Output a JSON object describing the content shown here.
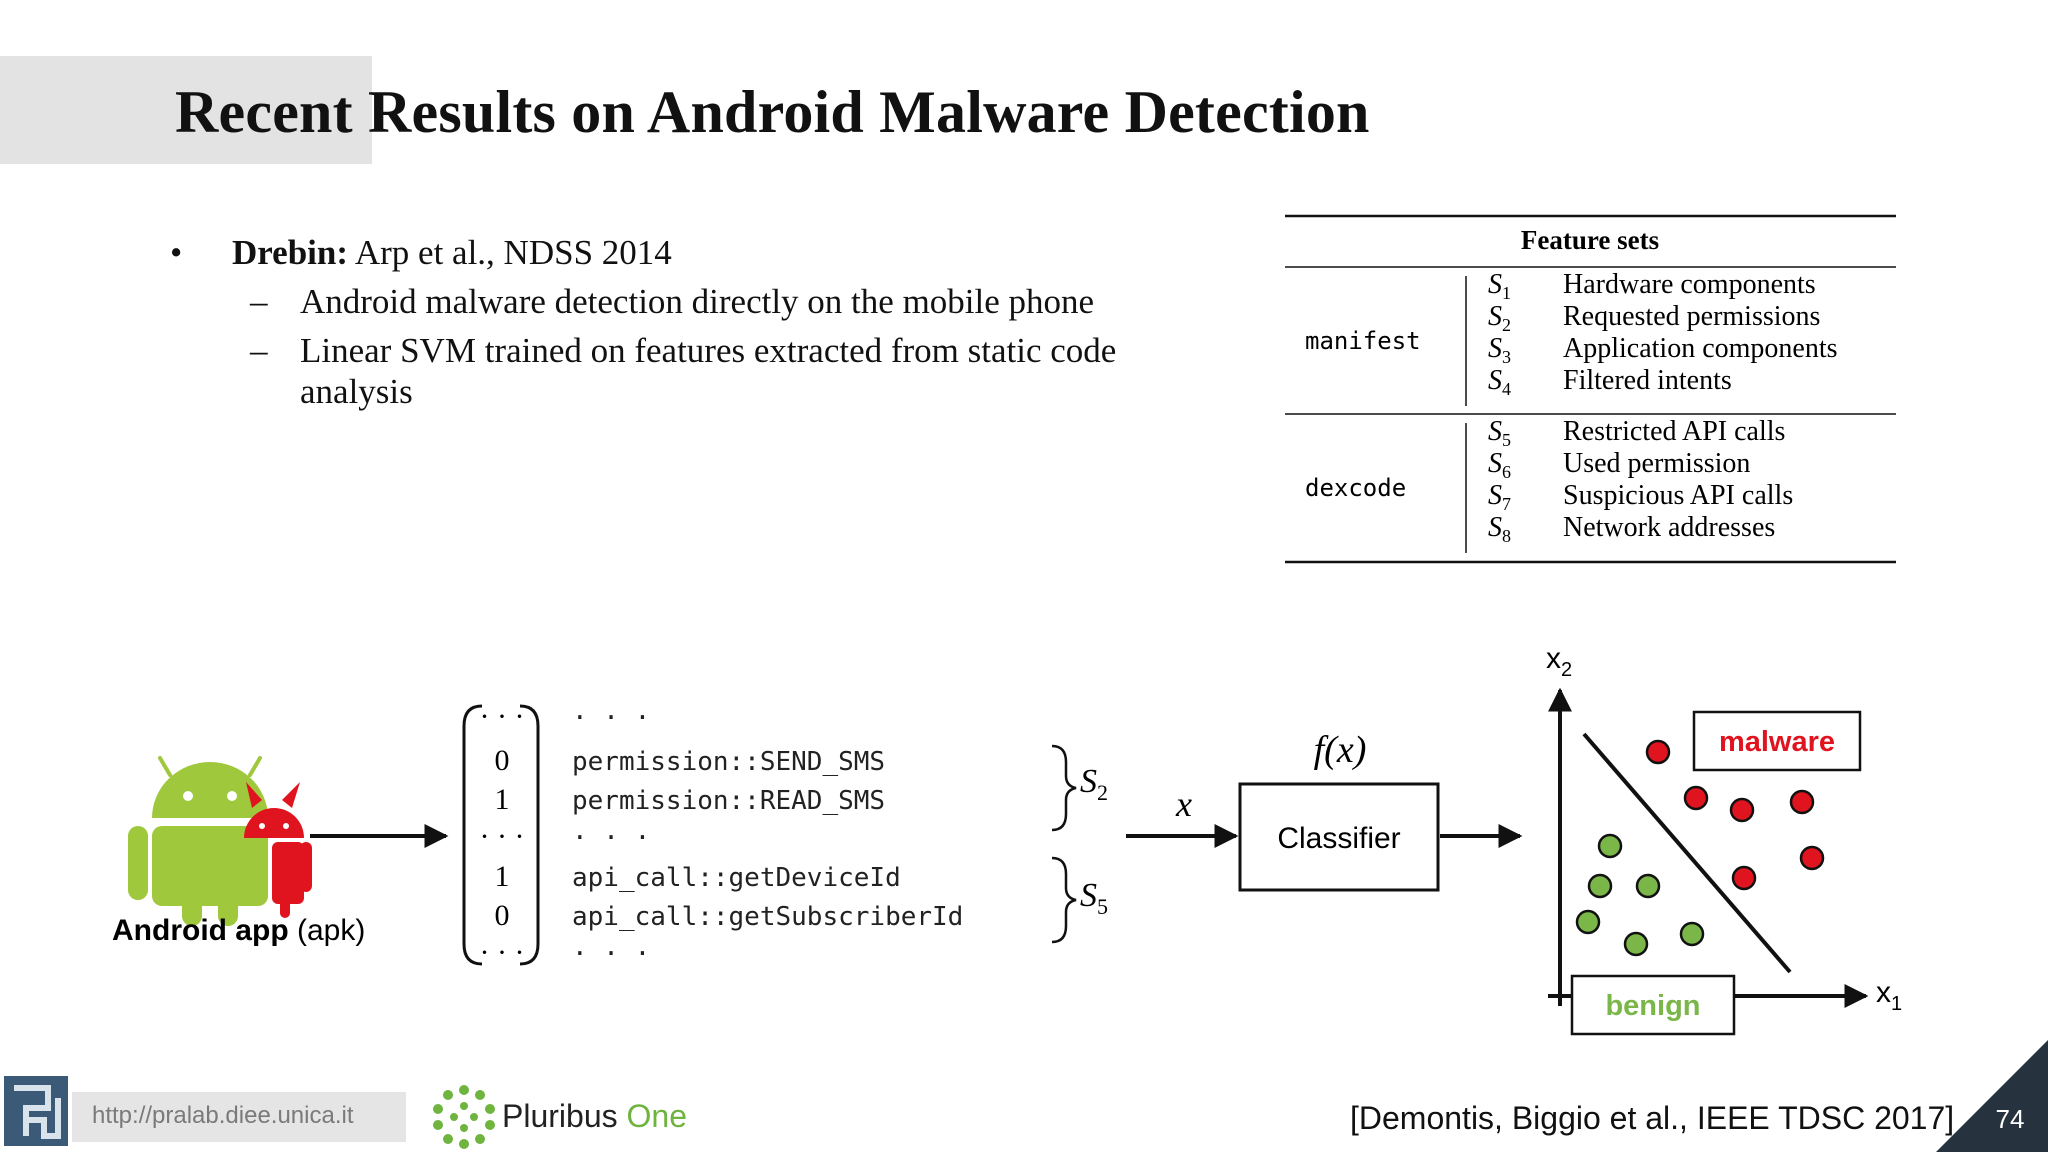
{
  "slide": {
    "title": "Recent Results on Android Malware Detection",
    "page_number": "74",
    "citation": "[Demontis, Biggio et al., IEEE TDSC 2017]",
    "url": "http://pralab.diee.unica.it",
    "partner_logo_text_a": "Pluribus ",
    "partner_logo_text_b": "One"
  },
  "bullets": {
    "main_bold": "Drebin:",
    "main_rest": " Arp et al., NDSS 2014",
    "sub": [
      "Android malware detection directly on the mobile phone",
      "Linear SVM trained on features extracted from static code analysis"
    ]
  },
  "feature_table": {
    "header": "Feature sets",
    "groups": [
      {
        "source": "manifest",
        "rows": [
          {
            "base": "S",
            "sub": "1",
            "name": "Hardware components"
          },
          {
            "base": "S",
            "sub": "2",
            "name": "Requested permissions"
          },
          {
            "base": "S",
            "sub": "3",
            "name": "Application components"
          },
          {
            "base": "S",
            "sub": "4",
            "name": "Filtered intents"
          }
        ]
      },
      {
        "source": "dexcode",
        "rows": [
          {
            "base": "S",
            "sub": "5",
            "name": "Restricted API calls"
          },
          {
            "base": "S",
            "sub": "6",
            "name": "Used permission"
          },
          {
            "base": "S",
            "sub": "7",
            "name": "Suspicious API calls"
          },
          {
            "base": "S",
            "sub": "8",
            "name": "Network addresses"
          }
        ]
      }
    ]
  },
  "pipeline": {
    "app_label_bold": "Android app",
    "app_label_rest": " (apk)",
    "vector_entries": [
      {
        "value": "· · ·",
        "feature": "· · ·"
      },
      {
        "value": "0",
        "feature": "permission::SEND_SMS"
      },
      {
        "value": "1",
        "feature": "permission::READ_SMS"
      },
      {
        "value": "· · ·",
        "feature": "· · ·"
      },
      {
        "value": "1",
        "feature": "api_call::getDeviceId"
      },
      {
        "value": "0",
        "feature": "api_call::getSubscriberId"
      },
      {
        "value": "· · ·",
        "feature": "· · ·"
      }
    ],
    "brace_labels": [
      {
        "base": "S",
        "sub": "2"
      },
      {
        "base": "S",
        "sub": "5"
      }
    ],
    "input_symbol": "x",
    "function_label": "f(x)",
    "classifier_label": "Classifier"
  },
  "scatter": {
    "x_axis_base": "x",
    "x_axis_sub": "1",
    "y_axis_base": "x",
    "y_axis_sub": "2",
    "malware_label": "malware",
    "benign_label": "benign",
    "colors": {
      "malware": "#e0141e",
      "benign": "#7ab648"
    }
  }
}
